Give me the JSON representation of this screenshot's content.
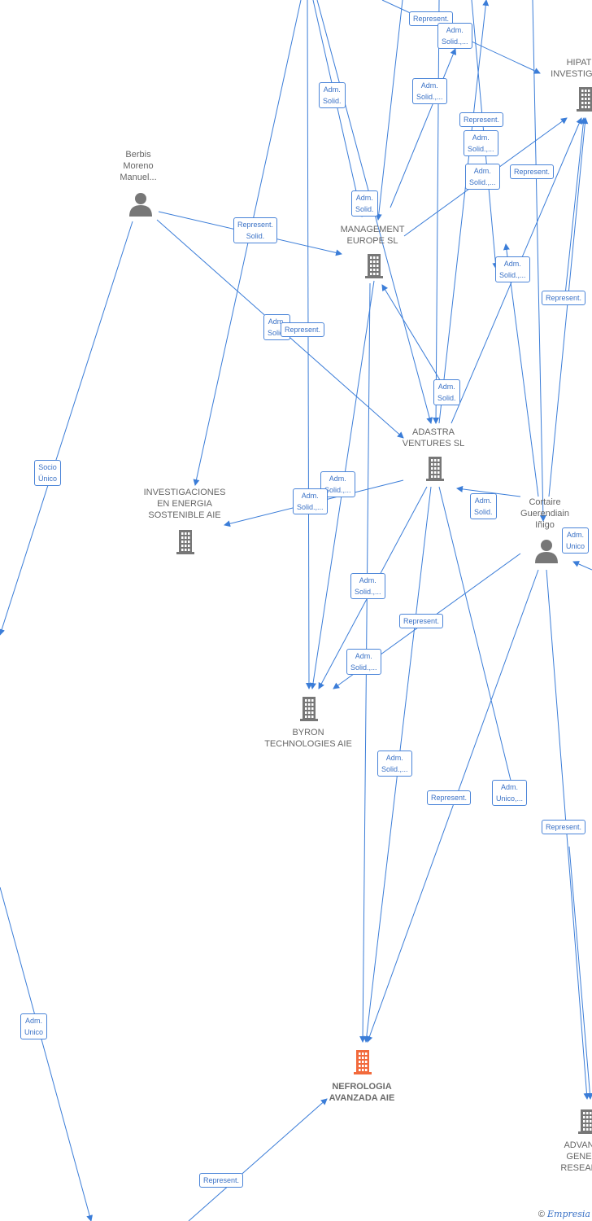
{
  "nodes": {
    "hipat": {
      "label": "HIPAT\nINVESTIGACI",
      "type": "company"
    },
    "berbis": {
      "label": "Berbis\nMoreno\nManuel...",
      "type": "person"
    },
    "management": {
      "label": "MANAGEMENT\nEUROPE SL",
      "type": "company"
    },
    "adastra": {
      "label": "ADASTRA\nVENTURES SL",
      "type": "company"
    },
    "investigaciones": {
      "label": "INVESTIGACIONES\nEN ENERGIA\nSOSTENIBLE AIE",
      "type": "company"
    },
    "cortaire": {
      "label": "Cortaire\nGuerendiain\nIñigo",
      "type": "person"
    },
    "byron": {
      "label": "BYRON\nTECHNOLOGIES AIE",
      "type": "company"
    },
    "nefrologia": {
      "label": "NEFROLOGIA\nAVANZADA AIE",
      "type": "company-main"
    },
    "advan": {
      "label": "ADVAN\nGENE\nRESEAR",
      "type": "company"
    }
  },
  "badges": [
    "Represent.",
    "Adm.\nSolid.,...",
    "Adm.\nSolid.",
    "Adm.\nSolid.,...",
    "Represent.",
    "Adm.\nSolid.,...",
    "Adm.\nSolid.,...",
    "Represent.",
    "Adm.\nSolid.",
    "Represent.\nSolid.",
    "Adm.\nSolid.",
    "Represent.",
    "Adm.\nSolid.,...",
    "Represent.",
    "Adm.\nSolid.",
    "Socio\nÚnico",
    "Adm.\nSolid.,...",
    "Adm.\nSolid.,...",
    "Adm.\nSolid.",
    "Adm.\nUnico",
    "Adm.\nSolid.,...",
    "Represent.",
    "Adm.\nSolid.,...",
    "Adm.\nSolid.,...",
    "Represent.",
    "Adm.\nUnico,...",
    "Represent.",
    "Adm.\nUnico",
    "Represent."
  ],
  "footer": {
    "copyright": "©",
    "brand": "Empresia"
  },
  "colors": {
    "edge": "#3b7dd8",
    "node_gray": "#777777",
    "node_main": "#f26a3c",
    "badge_border": "#4a84d8"
  }
}
